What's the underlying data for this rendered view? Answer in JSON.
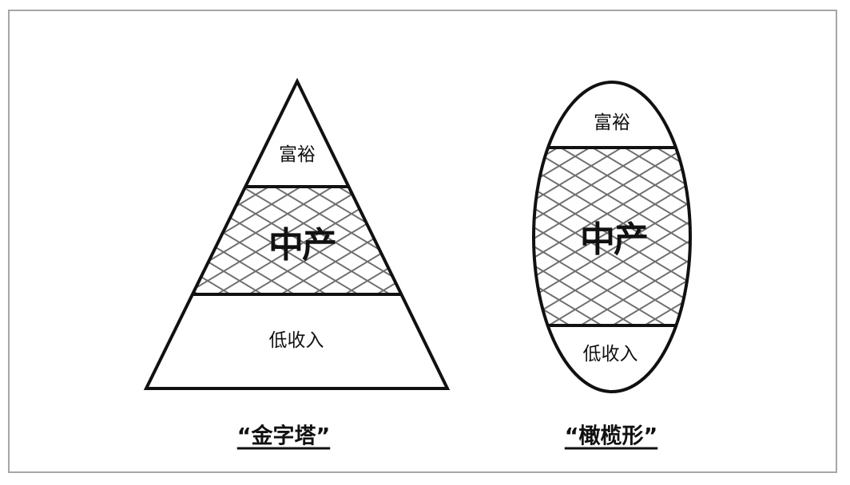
{
  "diagram": {
    "frame_color": "#a6a6a6",
    "outline_color": "#111111",
    "hatch_color": "#6e6e6e",
    "pyramid": {
      "caption": "“金字塔”",
      "tiers": [
        {
          "label": "富裕",
          "style": "plain"
        },
        {
          "label": "中产",
          "style": "hatched-bold"
        },
        {
          "label": "低收入",
          "style": "plain"
        }
      ]
    },
    "olive": {
      "caption": "“橄榄形”",
      "tiers": [
        {
          "label": "富裕",
          "style": "plain"
        },
        {
          "label": "中产",
          "style": "hatched-bold"
        },
        {
          "label": "低收入",
          "style": "plain"
        }
      ]
    }
  }
}
